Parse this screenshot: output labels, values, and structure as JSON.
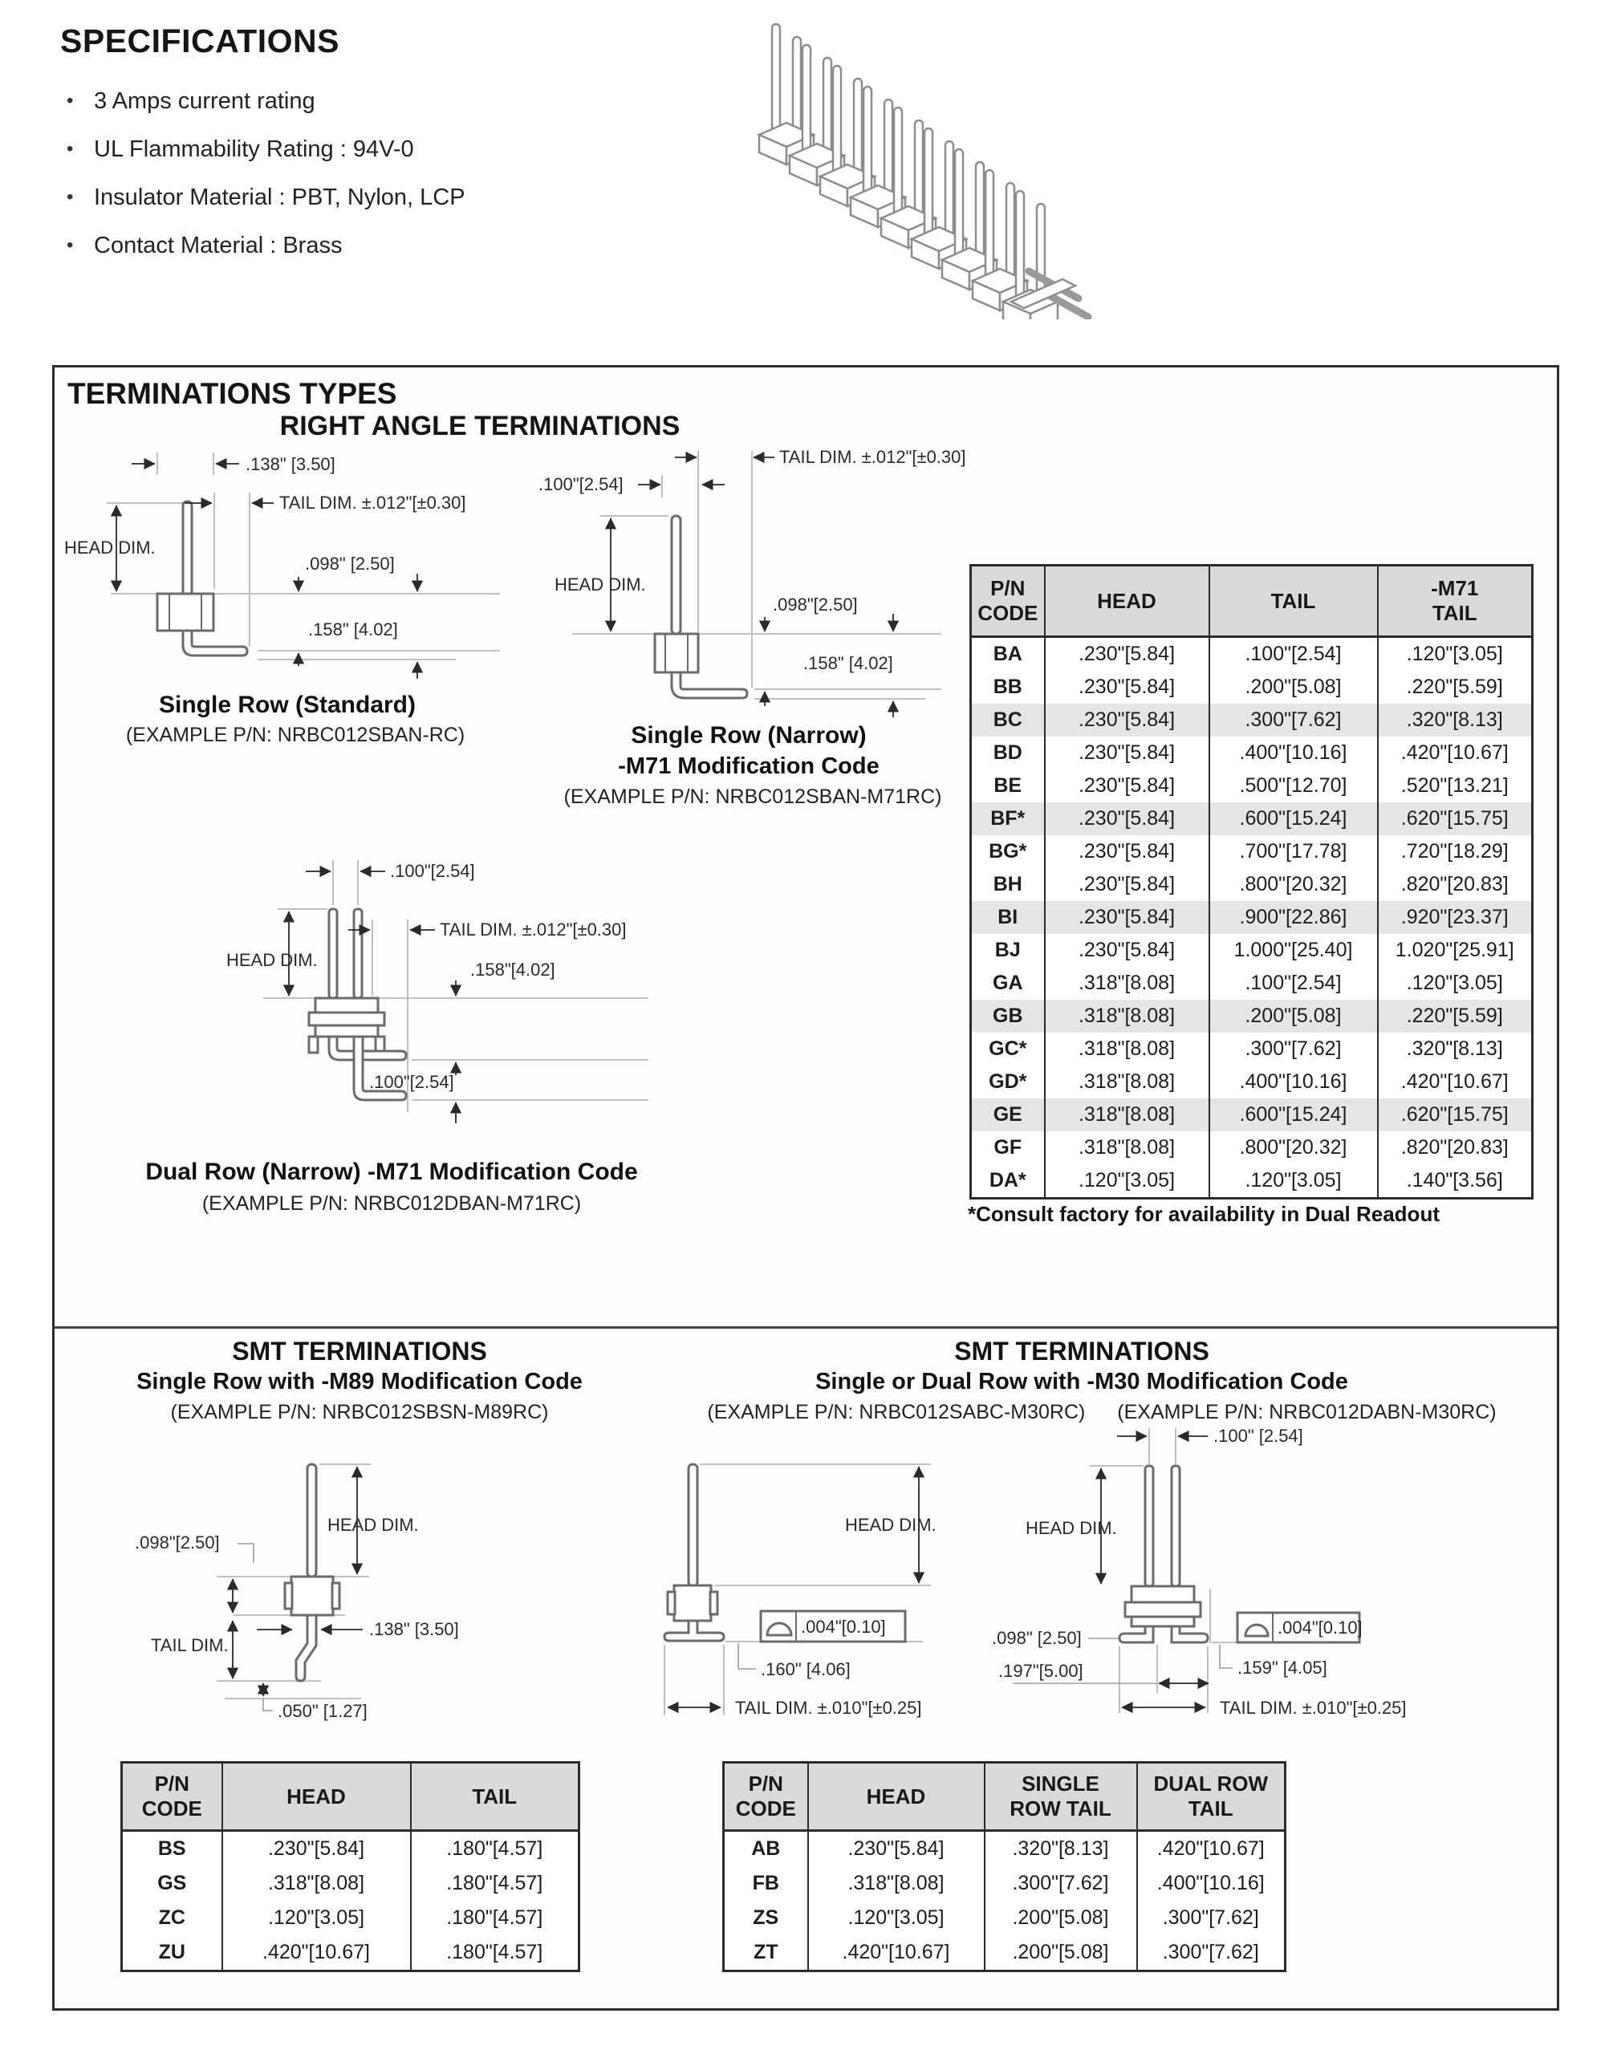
{
  "specs": {
    "title": "SPECIFICATIONS",
    "items": [
      "3 Amps current rating",
      "UL Flammability Rating : 94V-0",
      "Insulator Material : PBT, Nylon, LCP",
      "Contact Material : Brass"
    ]
  },
  "terminations": {
    "title": "TERMINATIONS TYPES",
    "right_angle": {
      "heading": "RIGHT ANGLE TERMINATIONS",
      "single_standard": {
        "dim_width": ".138\" [3.50]",
        "dim_tail": "TAIL DIM. ±.012\"[±0.30]",
        "dim_head": "HEAD DIM.",
        "dim_offset": ".098\" [2.50]",
        "dim_drop": ".158\" [4.02]",
        "caption": "Single Row (Standard)",
        "example": "(EXAMPLE P/N: NRBC012SBAN-RC)"
      },
      "single_narrow": {
        "dim_tail": "TAIL DIM. ±.012\"[±0.30]",
        "dim_pitch": ".100\"[2.54]",
        "dim_head": "HEAD DIM.",
        "dim_offset": ".098\"[2.50]",
        "dim_drop": ".158\" [4.02]",
        "caption": "Single Row (Narrow)",
        "caption2": "-M71 Modification Code",
        "example": "(EXAMPLE P/N: NRBC012SBAN-M71RC)"
      },
      "dual_narrow": {
        "dim_pitch_top": ".100\"[2.54]",
        "dim_head": "HEAD DIM.",
        "dim_tail": "TAIL DIM. ±.012\"[±0.30]",
        "dim_drop": ".158\"[4.02]",
        "dim_pitch_bottom": ".100\"[2.54]",
        "caption": "Dual Row (Narrow) -M71 Modification Code",
        "example": "(EXAMPLE P/N: NRBC012DBAN-M71RC)"
      },
      "table": {
        "headers": [
          [
            "P/N",
            "CODE"
          ],
          [
            "HEAD",
            ""
          ],
          [
            "TAIL",
            ""
          ],
          [
            "-M71",
            "TAIL"
          ]
        ],
        "rows": [
          [
            "BA",
            ".230\"[5.84]",
            ".100\"[2.54]",
            ".120\"[3.05]"
          ],
          [
            "BB",
            ".230\"[5.84]",
            ".200\"[5.08]",
            ".220\"[5.59]"
          ],
          [
            "BC",
            ".230\"[5.84]",
            ".300\"[7.62]",
            ".320\"[8.13]"
          ],
          [
            "BD",
            ".230\"[5.84]",
            ".400\"[10.16]",
            ".420\"[10.67]"
          ],
          [
            "BE",
            ".230\"[5.84]",
            ".500\"[12.70]",
            ".520\"[13.21]"
          ],
          [
            "BF*",
            ".230\"[5.84]",
            ".600\"[15.24]",
            ".620\"[15.75]"
          ],
          [
            "BG*",
            ".230\"[5.84]",
            ".700\"[17.78]",
            ".720\"[18.29]"
          ],
          [
            "BH",
            ".230\"[5.84]",
            ".800\"[20.32]",
            ".820\"[20.83]"
          ],
          [
            "BI",
            ".230\"[5.84]",
            ".900\"[22.86]",
            ".920\"[23.37]"
          ],
          [
            "BJ",
            ".230\"[5.84]",
            "1.000\"[25.40]",
            "1.020\"[25.91]"
          ],
          [
            "GA",
            ".318\"[8.08]",
            ".100\"[2.54]",
            ".120\"[3.05]"
          ],
          [
            "GB",
            ".318\"[8.08]",
            ".200\"[5.08]",
            ".220\"[5.59]"
          ],
          [
            "GC*",
            ".318\"[8.08]",
            ".300\"[7.62]",
            ".320\"[8.13]"
          ],
          [
            "GD*",
            ".318\"[8.08]",
            ".400\"[10.16]",
            ".420\"[10.67]"
          ],
          [
            "GE",
            ".318\"[8.08]",
            ".600\"[15.24]",
            ".620\"[15.75]"
          ],
          [
            "GF",
            ".318\"[8.08]",
            ".800\"[20.32]",
            ".820\"[20.83]"
          ],
          [
            "DA*",
            ".120\"[3.05]",
            ".120\"[3.05]",
            ".140\"[3.56]"
          ]
        ],
        "shaded": [
          2,
          5,
          8,
          11,
          14
        ]
      },
      "footnote": "*Consult factory for availability in Dual Readout"
    },
    "smt_left": {
      "heading": "SMT TERMINATIONS",
      "subheading": "Single Row with -M89 Modification Code",
      "example": "(EXAMPLE P/N: NRBC012SBSN-M89RC)",
      "dims": {
        "offset": ".098\"[2.50]",
        "head": "HEAD DIM.",
        "tail": "TAIL DIM.",
        "width": ".138\" [3.50]",
        "foot": ".050\" [1.27]"
      },
      "table": {
        "headers": [
          [
            "P/N",
            "CODE"
          ],
          [
            "HEAD",
            ""
          ],
          [
            "TAIL",
            ""
          ]
        ],
        "rows": [
          [
            "BS",
            ".230\"[5.84]",
            ".180\"[4.57]"
          ],
          [
            "GS",
            ".318\"[8.08]",
            ".180\"[4.57]"
          ],
          [
            "ZC",
            ".120\"[3.05]",
            ".180\"[4.57]"
          ],
          [
            "ZU",
            ".420\"[10.67]",
            ".180\"[4.57]"
          ]
        ]
      }
    },
    "smt_right": {
      "heading": "SMT TERMINATIONS",
      "subheading": "Single or Dual Row with -M30 Modification Code",
      "example1": "(EXAMPLE P/N: NRBC012SABC-M30RC)",
      "example2": "(EXAMPLE P/N: NRBC012DABN-M30RC)",
      "single": {
        "head": "HEAD DIM.",
        "flat": ".004\"[0.10]",
        "foot": ".160\" [4.06]",
        "tail": "TAIL DIM. ±.010\"[±0.25]"
      },
      "dual": {
        "pitch": ".100\" [2.54]",
        "head": "HEAD DIM.",
        "offset": ".098\" [2.50]",
        "spacing": ".197\"[5.00]",
        "flat": ".004\"[0.10]",
        "foot": ".159\" [4.05]",
        "tail": "TAIL DIM. ±.010\"[±0.25]"
      },
      "table": {
        "headers": [
          [
            "P/N",
            "CODE"
          ],
          [
            "HEAD",
            ""
          ],
          [
            "SINGLE",
            "ROW TAIL"
          ],
          [
            "DUAL ROW",
            "TAIL"
          ]
        ],
        "rows": [
          [
            "AB",
            ".230\"[5.84]",
            ".320\"[8.13]",
            ".420\"[10.67]"
          ],
          [
            "FB",
            ".318\"[8.08]",
            ".300\"[7.62]",
            ".400\"[10.16]"
          ],
          [
            "ZS",
            ".120\"[3.05]",
            ".200\"[5.08]",
            ".300\"[7.62]"
          ],
          [
            "ZT",
            ".420\"[10.67]",
            ".200\"[5.08]",
            ".300\"[7.62]"
          ]
        ]
      }
    }
  }
}
